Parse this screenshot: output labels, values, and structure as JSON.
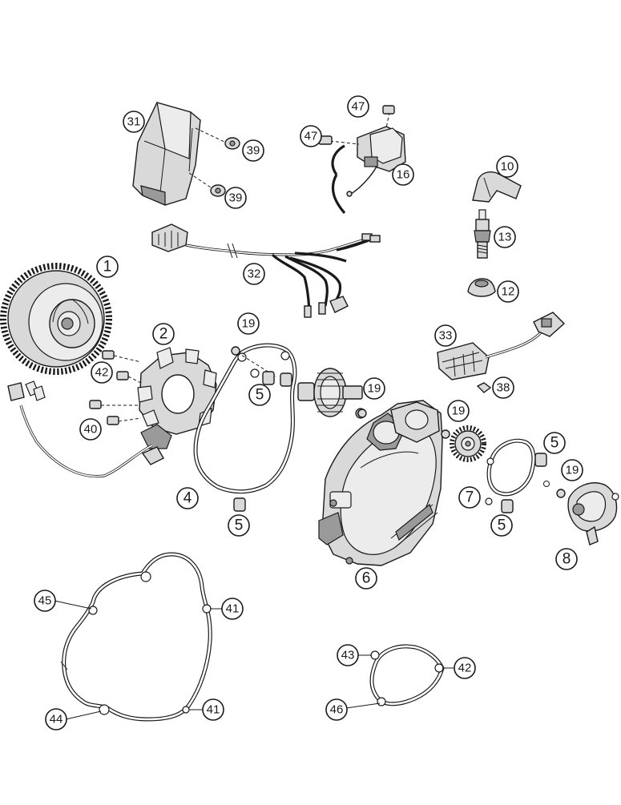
{
  "diagram": {
    "callouts": [
      {
        "id": "c1",
        "label": "1"
      },
      {
        "id": "c2",
        "label": "2"
      },
      {
        "id": "c4",
        "label": "4"
      },
      {
        "id": "c5a",
        "label": "5"
      },
      {
        "id": "c5b",
        "label": "5"
      },
      {
        "id": "c5c",
        "label": "5"
      },
      {
        "id": "c5d",
        "label": "5"
      },
      {
        "id": "c6",
        "label": "6"
      },
      {
        "id": "c7",
        "label": "7"
      },
      {
        "id": "c8",
        "label": "8"
      },
      {
        "id": "c10",
        "label": "10"
      },
      {
        "id": "c12",
        "label": "12"
      },
      {
        "id": "c13",
        "label": "13"
      },
      {
        "id": "c16",
        "label": "16"
      },
      {
        "id": "c19a",
        "label": "19"
      },
      {
        "id": "c19b",
        "label": "19"
      },
      {
        "id": "c19c",
        "label": "19"
      },
      {
        "id": "c19d",
        "label": "19"
      },
      {
        "id": "c31",
        "label": "31"
      },
      {
        "id": "c32",
        "label": "32"
      },
      {
        "id": "c33",
        "label": "33"
      },
      {
        "id": "c38",
        "label": "38"
      },
      {
        "id": "c39a",
        "label": "39"
      },
      {
        "id": "c39b",
        "label": "39"
      },
      {
        "id": "c40",
        "label": "40"
      },
      {
        "id": "c41a",
        "label": "41"
      },
      {
        "id": "c41b",
        "label": "41"
      },
      {
        "id": "c42a",
        "label": "42"
      },
      {
        "id": "c42b",
        "label": "42"
      },
      {
        "id": "c43",
        "label": "43"
      },
      {
        "id": "c44",
        "label": "44"
      },
      {
        "id": "c45",
        "label": "45"
      },
      {
        "id": "c46",
        "label": "46"
      },
      {
        "id": "c47a",
        "label": "47"
      },
      {
        "id": "c47b",
        "label": "47"
      }
    ]
  }
}
